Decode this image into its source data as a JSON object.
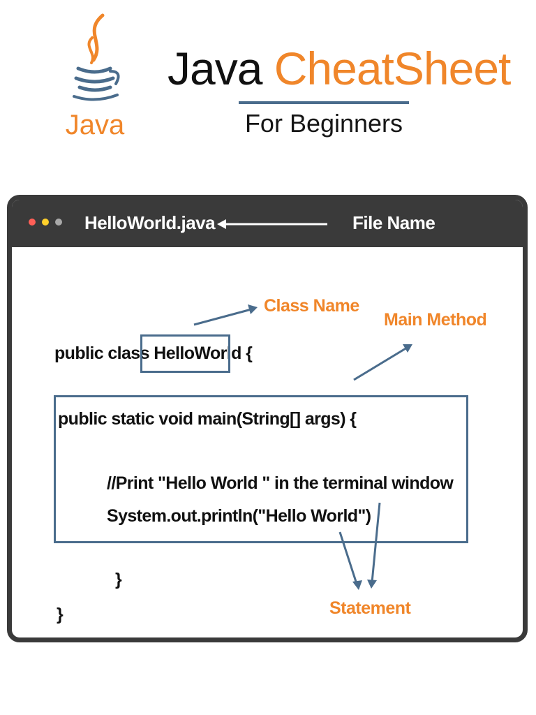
{
  "header": {
    "logo_text": "Java",
    "title_part1": "Java",
    "title_part2": "CheatSheet",
    "subtitle": "For Beginners"
  },
  "window": {
    "file_name": "HelloWorld.java",
    "file_name_label": "File Name"
  },
  "code": {
    "line1_prefix": "public class",
    "class_name": "HelloWorld",
    "line1_brace": "{",
    "line2": "public static void main(String[] args) {",
    "line3": "//Print \"Hello World \" in the terminal window",
    "line4": "System.out.println(\"Hello World\")",
    "line5": "}",
    "line6": "}"
  },
  "annotations": {
    "class_name": "Class Name",
    "main_method": "Main Method",
    "statement": "Statement"
  },
  "colors": {
    "accent_orange": "#f0862a",
    "box_blue": "#4a6c8c",
    "window_dark": "#3a3a3a",
    "dot_red": "#ff5f57",
    "dot_yellow": "#ffd02b",
    "dot_gray": "#a9a9a9"
  }
}
